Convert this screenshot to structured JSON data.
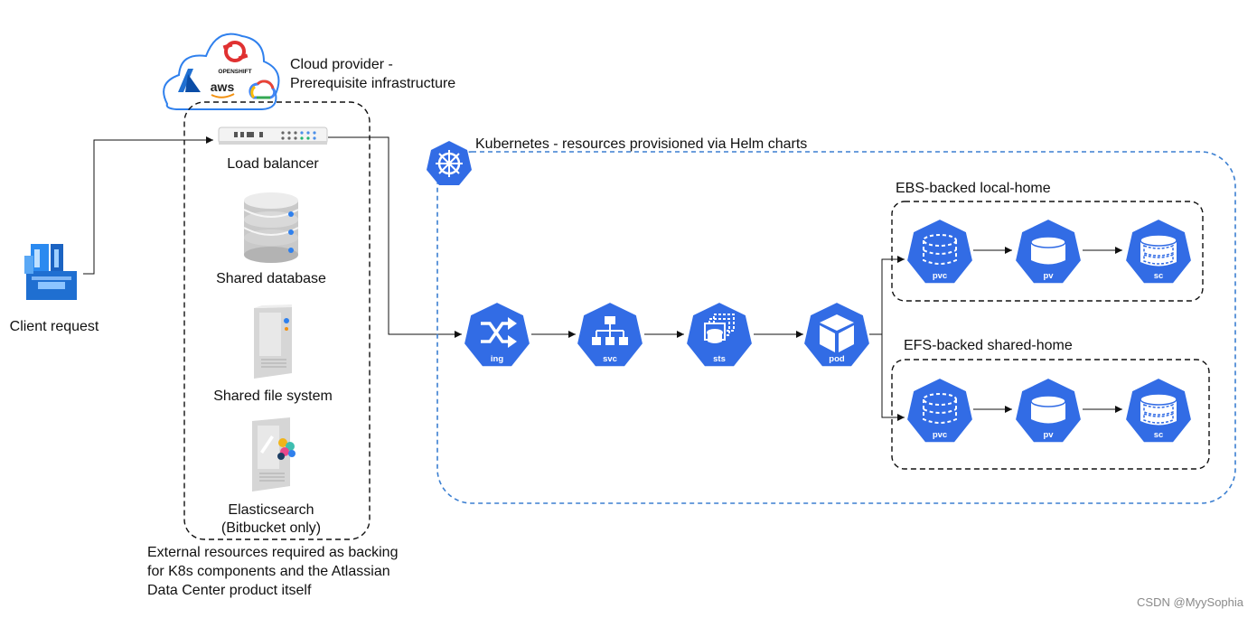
{
  "client": {
    "label": "Client request"
  },
  "cloud": {
    "label_line1": "Cloud provider -",
    "label_line2": "Prerequisite infrastructure",
    "logos": {
      "openshift": "OPENSHIFT",
      "aws": "aws"
    }
  },
  "external": {
    "load_balancer": "Load balancer",
    "shared_database": "Shared database",
    "shared_file_system": "Shared file system",
    "elasticsearch_line1": "Elasticsearch",
    "elasticsearch_line2": "(Bitbucket only)",
    "note_line1": "External resources required as backing",
    "note_line2": "for K8s components and the Atlassian",
    "note_line3": "Data Center product itself"
  },
  "kubernetes": {
    "title": "Kubernetes - resources provisioned via Helm charts",
    "nodes": {
      "ing": "ing",
      "svc": "svc",
      "sts": "sts",
      "pod": "pod"
    },
    "ebs": {
      "title": "EBS-backed local-home",
      "pvc": "pvc",
      "pv": "pv",
      "sc": "sc"
    },
    "efs": {
      "title": "EFS-backed shared-home",
      "pvc": "pvc",
      "pv": "pv",
      "sc": "sc"
    }
  },
  "watermark": "CSDN @MyySophia",
  "colors": {
    "k8s_blue": "#326ce5",
    "boundary_blue": "#3b7fd1",
    "icon_blue": "#2f80ed",
    "gray": "#d7d7d7"
  }
}
